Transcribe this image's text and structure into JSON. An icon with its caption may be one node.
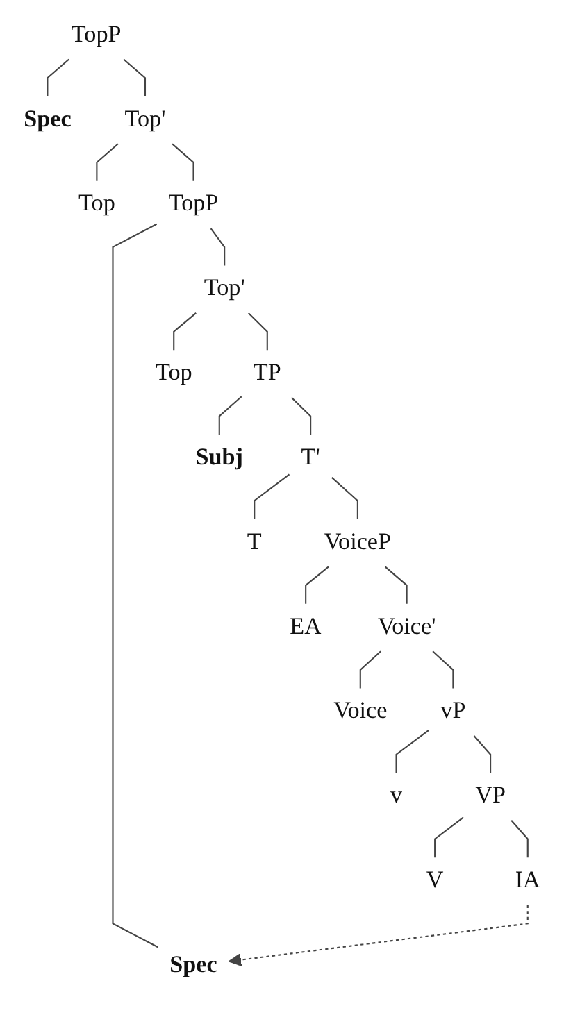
{
  "diagram": {
    "nodes": [
      {
        "text": [
          "TopP"
        ]
      },
      {
        "text": [
          "Spec"
        ]
      },
      {
        "text": [
          "Top'"
        ]
      },
      {
        "text": [
          "Top"
        ]
      },
      {
        "text": [
          "TopP"
        ]
      },
      {
        "text": [
          "Spec"
        ]
      },
      {
        "text": [
          "Top'"
        ]
      },
      {
        "text": [
          "Top"
        ]
      },
      {
        "text": [
          "TP"
        ]
      },
      {
        "text": [
          "Subj"
        ]
      },
      {
        "text": [
          "T'"
        ]
      },
      {
        "text": [
          "T"
        ]
      },
      {
        "text": [
          "VoiceP"
        ]
      },
      {
        "text": [
          "EA"
        ]
      },
      {
        "text": [
          "Voice'"
        ]
      },
      {
        "text": [
          "Voice"
        ]
      },
      {
        "text": [
          "vP"
        ]
      },
      {
        "text": [
          "v"
        ]
      },
      {
        "text": [
          "VP"
        ]
      },
      {
        "text": [
          "V"
        ]
      },
      {
        "text": [
          "IA"
        ]
      }
    ],
    "edges": [
      {
        "from": 0,
        "to": 1,
        "arrow": "none"
      },
      {
        "from": 0,
        "to": 2,
        "arrow": "none"
      },
      {
        "from": 2,
        "to": 3,
        "arrow": "none"
      },
      {
        "from": 2,
        "to": 4,
        "arrow": "none"
      },
      {
        "from": 4,
        "to": 5,
        "arrow": "none"
      },
      {
        "from": 4,
        "to": 6,
        "arrow": "none"
      },
      {
        "from": 6,
        "to": 7,
        "arrow": "none"
      },
      {
        "from": 6,
        "to": 8,
        "arrow": "none"
      },
      {
        "from": 8,
        "to": 9,
        "arrow": "none"
      },
      {
        "from": 8,
        "to": 10,
        "arrow": "none"
      },
      {
        "from": 10,
        "to": 11,
        "arrow": "none"
      },
      {
        "from": 10,
        "to": 12,
        "arrow": "none"
      },
      {
        "from": 12,
        "to": 13,
        "arrow": "none"
      },
      {
        "from": 12,
        "to": 14,
        "arrow": "none"
      },
      {
        "from": 14,
        "to": 15,
        "arrow": "none"
      },
      {
        "from": 14,
        "to": 16,
        "arrow": "none"
      },
      {
        "from": 16,
        "to": 17,
        "arrow": "none"
      },
      {
        "from": 16,
        "to": 18,
        "arrow": "none"
      },
      {
        "from": 18,
        "to": 19,
        "arrow": "none"
      },
      {
        "from": 18,
        "to": 20,
        "arrow": "none"
      },
      {
        "from": 20,
        "to": 5,
        "arrow": "to",
        "style": "dashed"
      }
    ]
  }
}
